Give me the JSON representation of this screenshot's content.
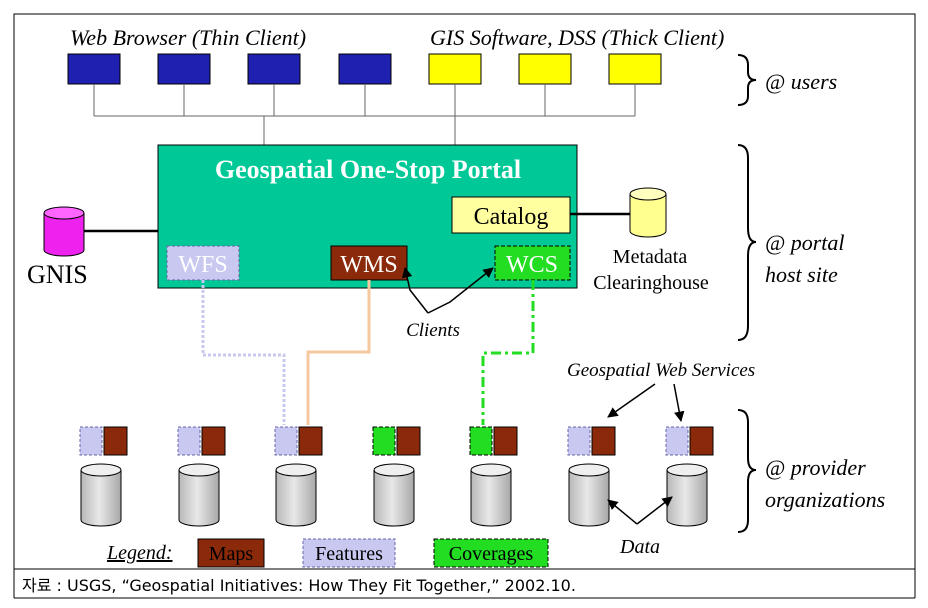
{
  "headers": {
    "thin_client": "Web Browser (Thin Client)",
    "thick_client": "GIS Software, DSS (Thick Client)"
  },
  "tiers": {
    "users": "@ users",
    "portal_line1": "@ portal",
    "portal_line2": "host site",
    "provider_line1": "@ provider",
    "provider_line2": "organizations"
  },
  "portal": {
    "title": "Geospatial One-Stop Portal",
    "catalog": "Catalog",
    "wfs": "WFS",
    "wms": "WMS",
    "wcs": "WCS",
    "clients": "Clients"
  },
  "gnis": "GNIS",
  "metadata": {
    "line1": "Metadata",
    "line2": "Clearinghouse"
  },
  "geo_web_services": "Geospatial Web Services",
  "data_label": "Data",
  "legend": {
    "title": "Legend:",
    "maps": "Maps",
    "features": "Features",
    "coverages": "Coverages"
  },
  "caption": "자료 : USGS, “Geospatial Initiatives: How They Fit Together,” 2002.10.",
  "colors": {
    "thin_client": "#2020b0",
    "thick_client": "#ffff00",
    "portal": "#00c896",
    "catalog": "#ffffa0",
    "wfs": "#c8c8f0",
    "wms": "#8b2a0a",
    "wcs": "#22dd22",
    "gnis": "#ee22ee",
    "metadata_db": "#ffff90",
    "provider_db": "#d8d8d8"
  }
}
